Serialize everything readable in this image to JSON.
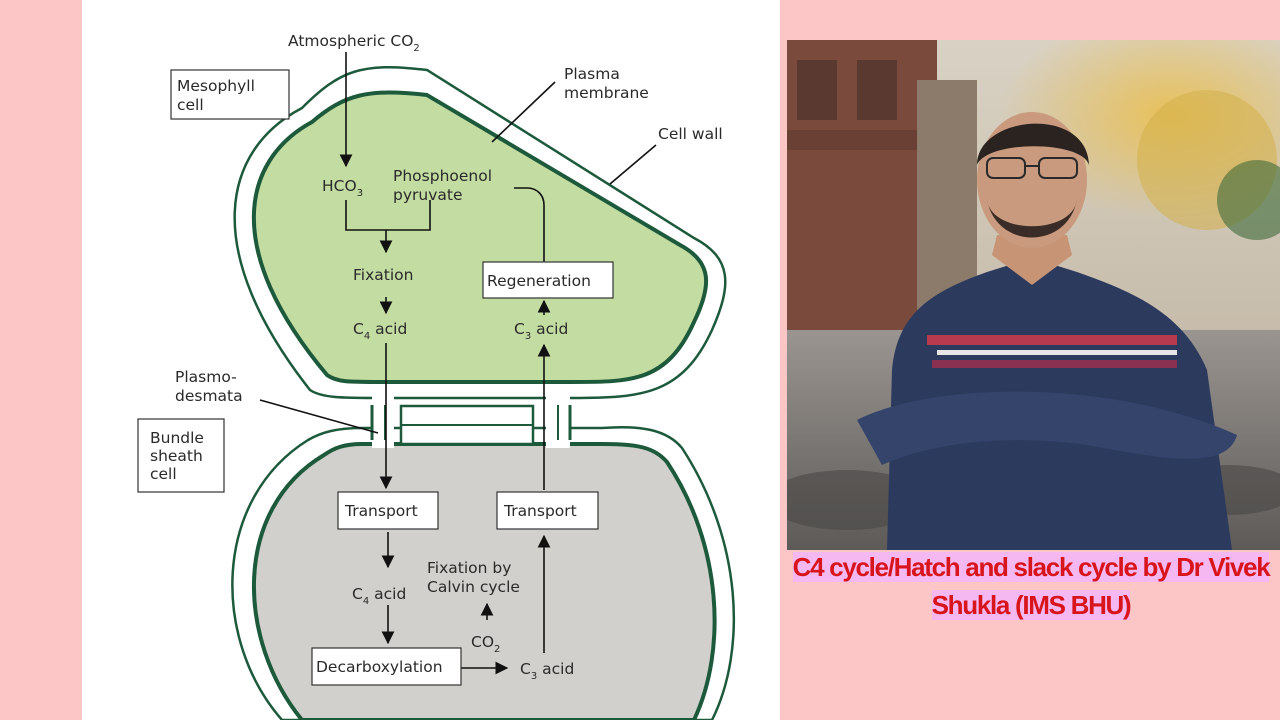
{
  "diagram": {
    "atmospheric_co2": "Atmospheric CO",
    "atmospheric_co2_sub": "2",
    "mesophyll_line1": "Mesophyll",
    "mesophyll_line2": "cell",
    "plasma_line1": "Plasma",
    "plasma_line2": "membrane",
    "cell_wall": "Cell wall",
    "hco3": "HCO",
    "hco3_sub": "3",
    "pep_line1": "Phosphoenol",
    "pep_line2": "pyruvate",
    "fixation": "Fixation",
    "regeneration": "Regeneration",
    "c4_acid_prefix": "C",
    "c4_acid_sub": "4",
    "c4_acid_suffix": " acid",
    "c3_acid_prefix": "C",
    "c3_acid_sub": "3",
    "c3_acid_suffix": " acid",
    "plasmo_line1": "Plasmo-",
    "plasmo_line2": "desmata",
    "bundle_line1": "Bundle",
    "bundle_line2": "sheath",
    "bundle_line3": "cell",
    "transport_left": "Transport",
    "transport_right": "Transport",
    "calvin_line1": "Fixation by",
    "calvin_line2": "Calvin cycle",
    "co2": "CO",
    "co2_sub": "2",
    "decarboxylation": "Decarboxylation"
  },
  "colors": {
    "background": "#fcc6c6",
    "mesophyll_fill": "#c3dca2",
    "bundle_sheath_fill": "#d2d0cd",
    "membrane_stroke": "#1d5a3c",
    "caption_text": "#d8141c",
    "caption_highlight": "#f5b8f0"
  },
  "caption": {
    "text": "C4 cycle/Hatch and slack cycle by Dr Vivek Shukla (IMS BHU)"
  }
}
